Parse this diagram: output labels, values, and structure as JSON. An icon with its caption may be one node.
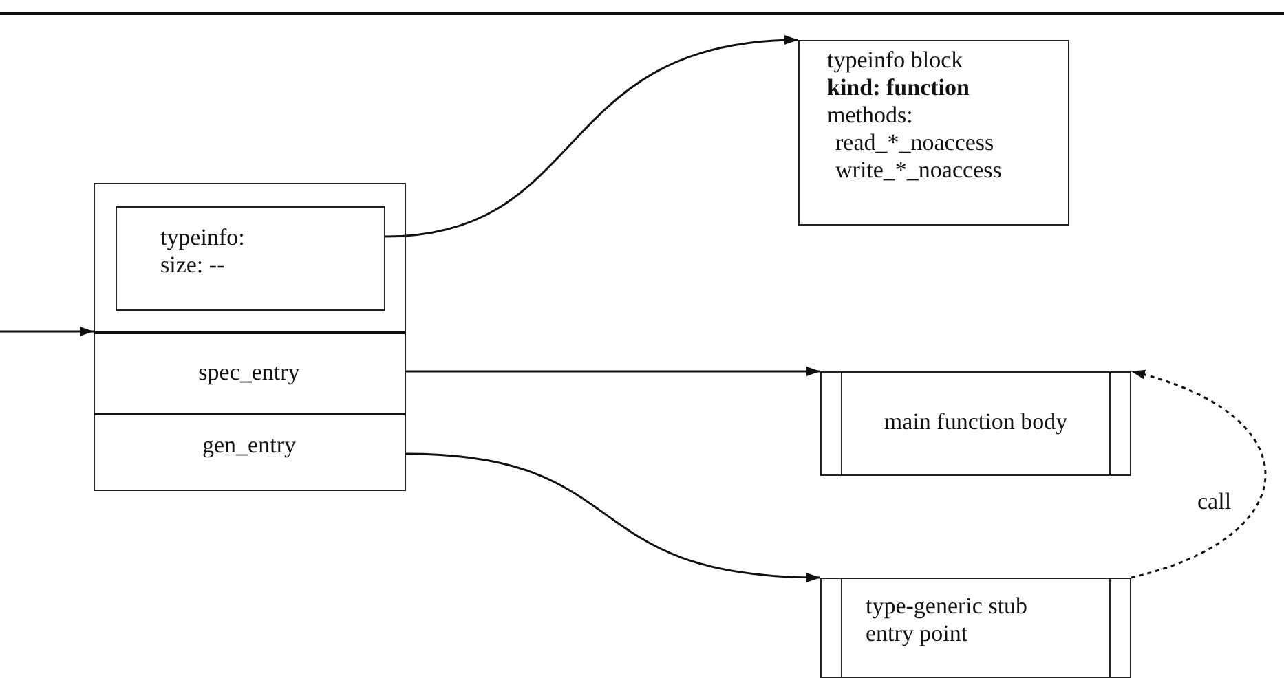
{
  "diagram": {
    "nodes": [
      {
        "text": [],
        "shape": "box"
      },
      {
        "text": [
          "typeinfo:",
          "size: --"
        ],
        "in": 0
      },
      {
        "text": [
          "spec_entry"
        ],
        "in": 0
      },
      {
        "text": [
          "gen_entry"
        ],
        "in": 0
      },
      {
        "text": [
          "typeinfo block",
          "**kind: function**",
          "methods:",
          "read_*_noaccess",
          "write_*_noaccess"
        ]
      },
      {
        "text": [
          "main function body"
        ]
      },
      {
        "text": [
          "type-generic stub entry point"
        ]
      }
    ],
    "edges": [
      {
        "from": null,
        "to": 0,
        "arrow": "to"
      },
      {
        "from": 1,
        "to": 4,
        "arrow": "to"
      },
      {
        "from": 2,
        "to": 5,
        "arrow": "to"
      },
      {
        "from": 3,
        "to": 6,
        "arrow": "to"
      },
      {
        "from": 6,
        "to": 5,
        "arrow": "to",
        "label": "call",
        "style": "dashed"
      }
    ]
  }
}
